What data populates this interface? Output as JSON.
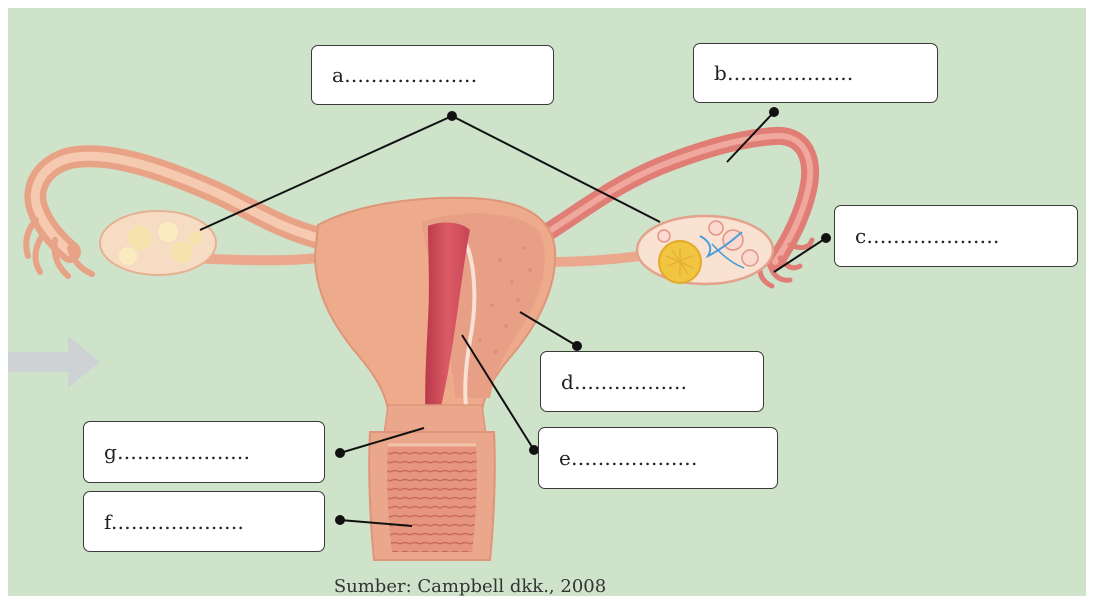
{
  "labels": {
    "a": "a....................",
    "b": "b...................",
    "c": "c....................",
    "d": "d.................",
    "e": "e...................",
    "f": "f....................",
    "g": "g...................."
  },
  "caption": "Sumber: Campbell dkk., 2008",
  "colors": {
    "background": "#cfe3cb",
    "tissue": "#eeab8c",
    "tissue_dark": "#d9826d",
    "uterine_cavity": "#d5525e",
    "ovary": "#f6d7be",
    "follicle": "#f2c540",
    "leader_line": "#111111"
  }
}
